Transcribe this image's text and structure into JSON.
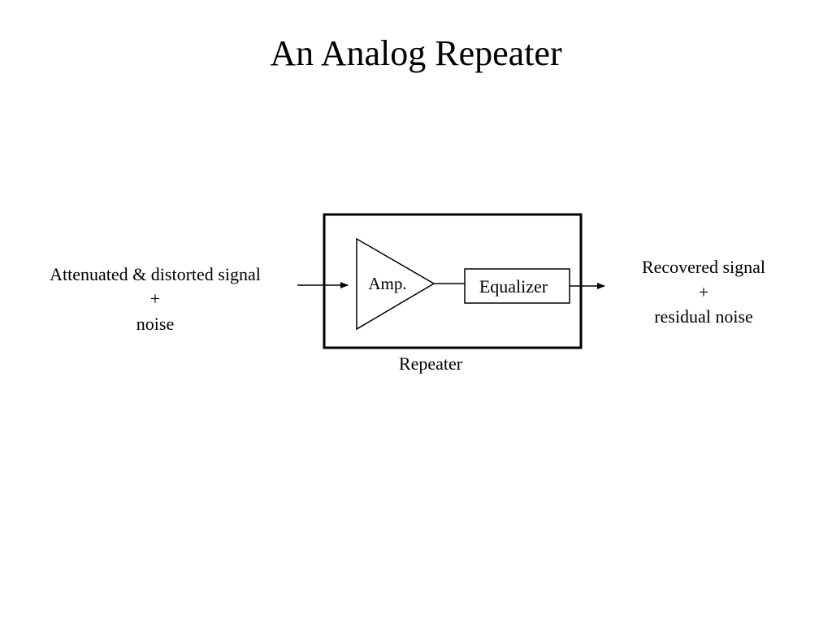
{
  "slide": {
    "title": "An Analog Repeater"
  },
  "diagram": {
    "input_label": {
      "line1": "Attenuated & distorted signal",
      "line2": "+",
      "line3": "noise"
    },
    "amplifier_label": "Amp.",
    "equalizer_label": "Equalizer",
    "repeater_label": "Repeater",
    "output_label": {
      "line1": "Recovered signal",
      "line2": "+",
      "line3": "residual noise"
    }
  }
}
